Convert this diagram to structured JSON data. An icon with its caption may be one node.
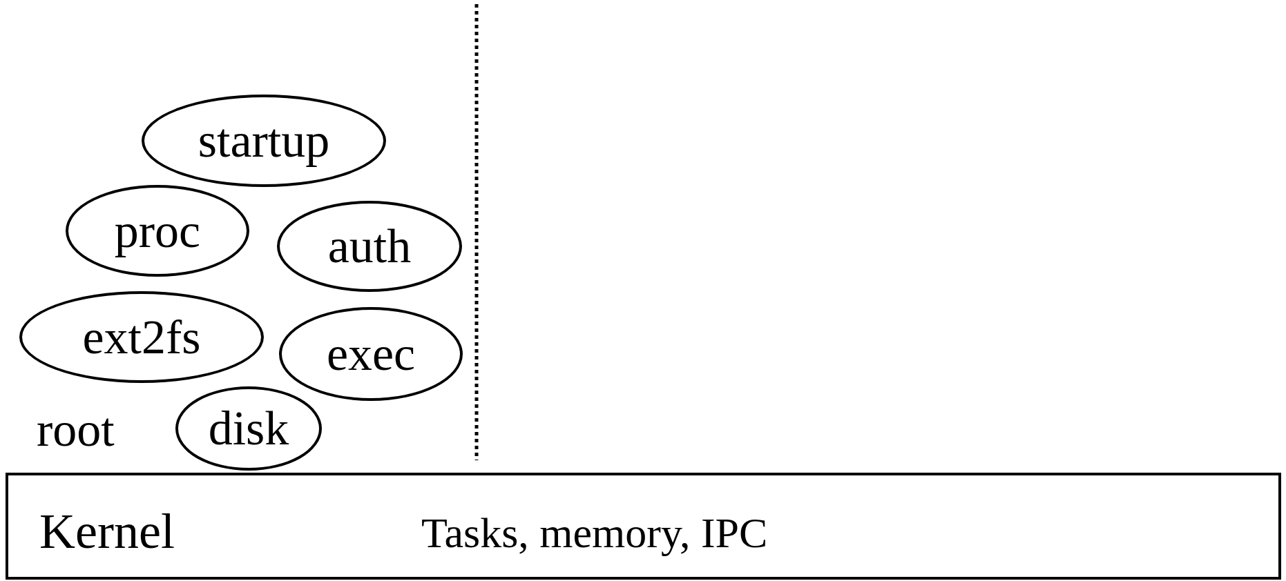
{
  "diagram": {
    "nodes": [
      {
        "text": [
          "startup"
        ]
      },
      {
        "text": [
          "proc"
        ]
      },
      {
        "text": [
          "auth"
        ]
      },
      {
        "text": [
          "ext2fs"
        ]
      },
      {
        "text": [
          "exec"
        ]
      },
      {
        "text": [
          "disk"
        ]
      },
      {
        "text": [
          "Kernel",
          "Tasks, memory, IPC"
        ]
      }
    ],
    "labels": [
      "root"
    ]
  }
}
